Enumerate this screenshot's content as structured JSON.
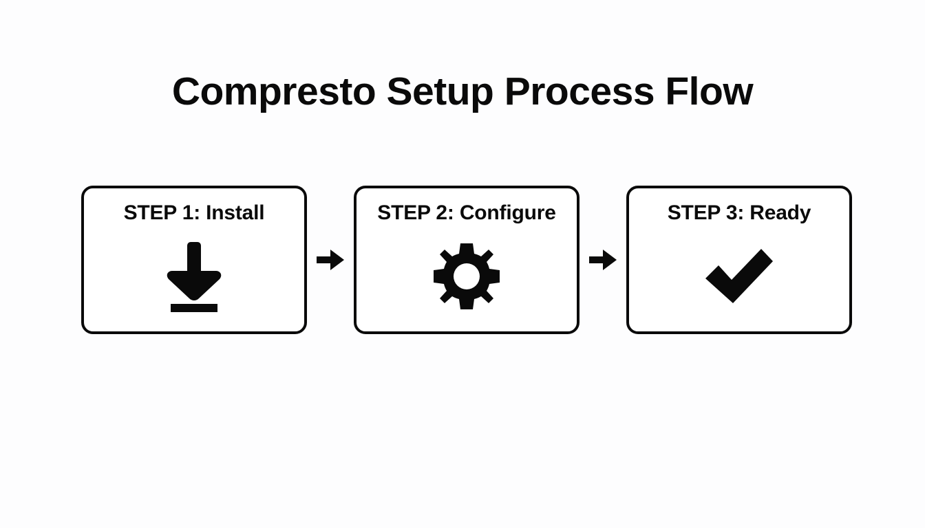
{
  "title": "Compresto Setup Process Flow",
  "theme": {
    "background": "#fdfdfe",
    "ink": "#0a0a0a",
    "card_fill": "#ffffff",
    "card_border": "#0a0a0a"
  },
  "flow": {
    "steps": [
      {
        "label": "STEP 1: Install",
        "icon": "download-icon"
      },
      {
        "label": "STEP 2: Configure",
        "icon": "gear-icon"
      },
      {
        "label": "STEP 3: Ready",
        "icon": "check-icon"
      }
    ],
    "connectors": [
      {
        "icon": "arrow-right-icon",
        "glyph": "→"
      },
      {
        "icon": "arrow-right-icon",
        "glyph": "→"
      }
    ]
  }
}
